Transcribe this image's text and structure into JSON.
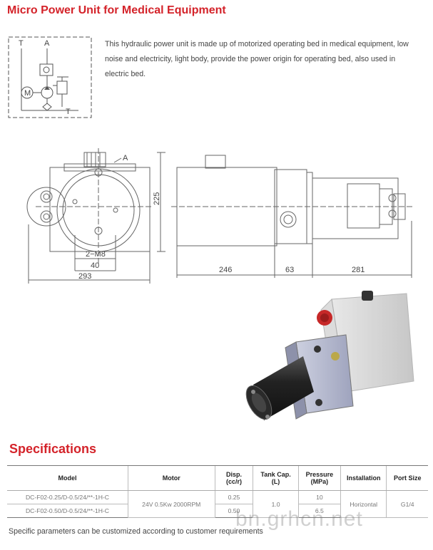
{
  "header": {
    "title": "Micro Power Unit for Medical Equipment"
  },
  "description": "This hydraulic power unit is made up of motorized operating bed in medical equipment, low noise and electricity, light body, provide the power origin for operating bed, also used in electric bed.",
  "schematic": {
    "port_t": "T",
    "port_a": "A",
    "port_t_bottom": "T"
  },
  "drawings": {
    "front_label_a": "A",
    "dim_225": "225",
    "dim_2m8": "2−M8",
    "dim_40": "40",
    "dim_293": "293",
    "dim_246": "246",
    "dim_63": "63",
    "dim_281": "281"
  },
  "specs": {
    "title": "Specifications",
    "headers": {
      "model": "Model",
      "motor": "Motor",
      "disp": "Disp.",
      "disp_unit": "(cc/r)",
      "tank": "Tank Cap.",
      "tank_unit": "(L)",
      "pressure": "Pressure",
      "pressure_unit": "(MPa)",
      "installation": "Installation",
      "port": "Port Size"
    },
    "rows": [
      {
        "model": "DC-F02-0.25/D-0.5/24/**-1H-C",
        "disp": "0.25",
        "pressure": "10"
      },
      {
        "model": "DC-F02-0.50/D-0.5/24/**-1H-C",
        "disp": "0.50",
        "pressure": "6.5"
      }
    ],
    "motor": "24V 0.5Kw 2000RPM",
    "tank": "1.0",
    "installation": "Horizontal",
    "port": "G1/4",
    "note": "Specific parameters can be customized according to customer requirements"
  },
  "watermark": "bn.grhcn.net"
}
